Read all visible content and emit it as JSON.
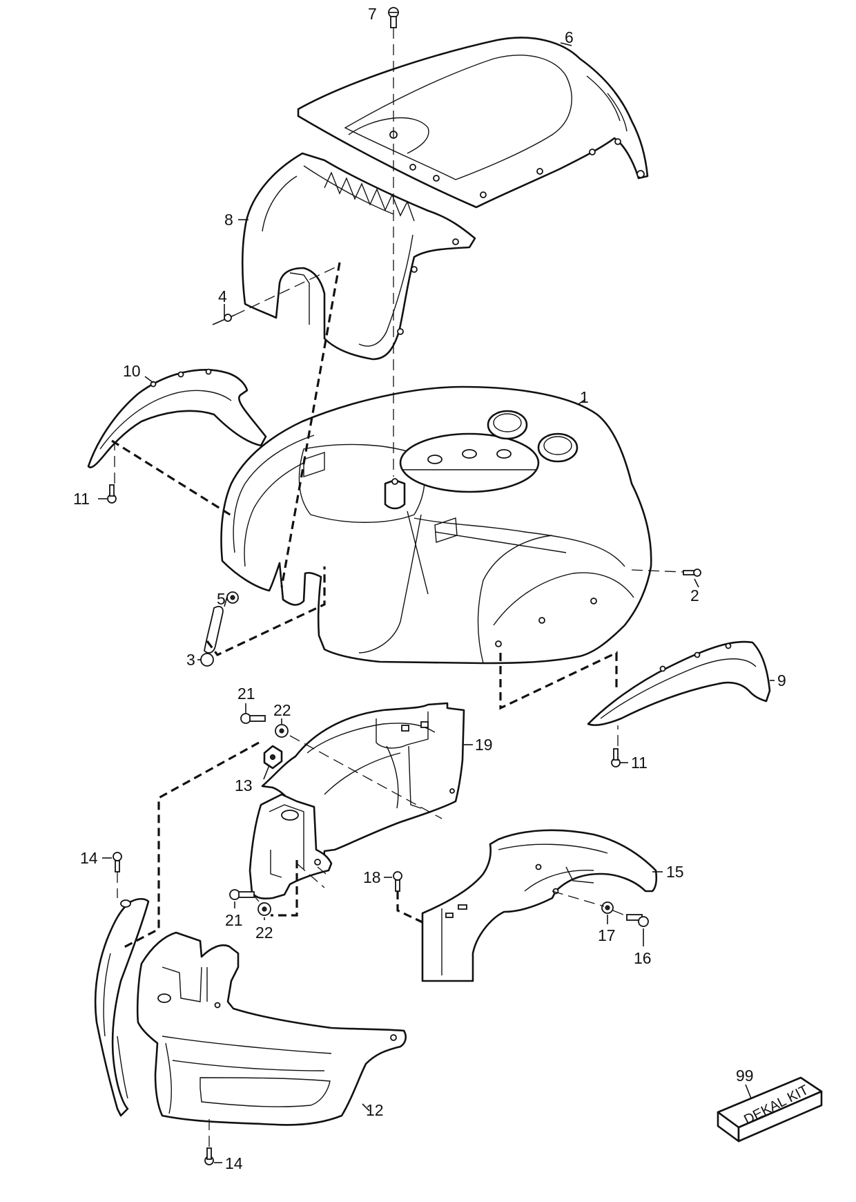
{
  "callouts": {
    "c1": "1",
    "c2": "2",
    "c3": "3",
    "c4": "4",
    "c5": "5",
    "c6": "6",
    "c7": "7",
    "c8": "8",
    "c9": "9",
    "c10": "10",
    "c11a": "11",
    "c11b": "11",
    "c12": "12",
    "c13": "13",
    "c14a": "14",
    "c14b": "14",
    "c15": "15",
    "c16": "16",
    "c17": "17",
    "c18": "18",
    "c19": "19",
    "c21a": "21",
    "c21b": "21",
    "c22a": "22",
    "c22b": "22",
    "c99": "99"
  },
  "kit": {
    "label": "DEKAL KIT"
  },
  "colors": {
    "line": "#111111",
    "background": "#ffffff"
  }
}
